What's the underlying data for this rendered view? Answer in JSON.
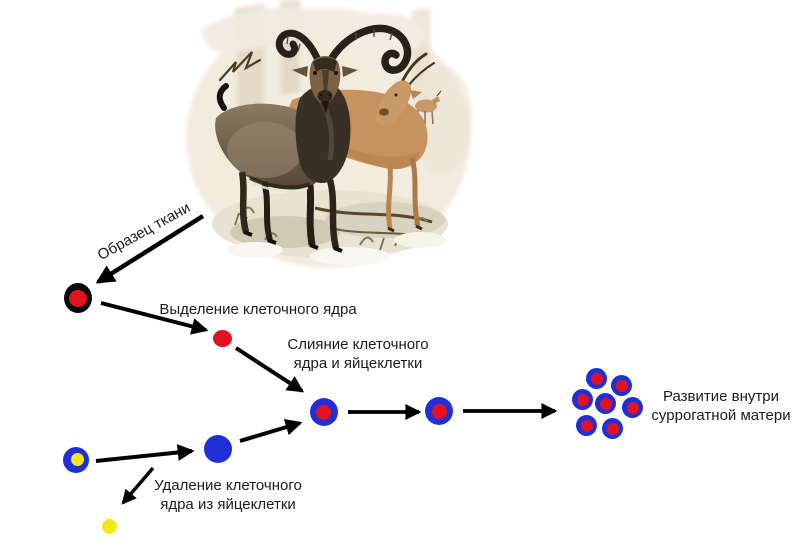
{
  "labels": {
    "tissue_sample": "Образец ткани",
    "nucleus_isolation": "Выделение клеточного ядра",
    "fusion": "Слияние клеточного\nядра и яйцеклетки",
    "enucleation": "Удаление клеточного\nядра из яйцеклетки",
    "development": "Развитие внутри\nсуррогатной матери"
  },
  "colors": {
    "cell_blue": "#2130d6",
    "nucleus_red": "#e31220",
    "nucleus_yellow": "#f8e51c",
    "cell_black": "#0a0a0a",
    "arrow_black": "#000000",
    "label_text": "#1c1c1c"
  }
}
